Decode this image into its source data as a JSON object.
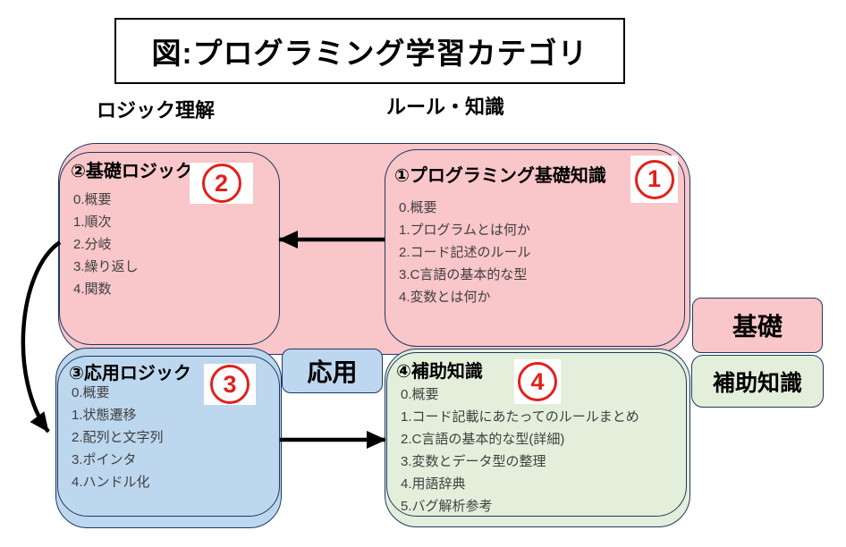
{
  "title": "図:プログラミング学習カテゴリ",
  "column_headers": {
    "left": "ロジック理解",
    "right": "ルール・知識"
  },
  "groups": {
    "basic_logic": {
      "badge": "2",
      "heading": "②基礎ロジック",
      "items": [
        "0.概要",
        "1.順次",
        "2.分岐",
        "3.繰り返し",
        "4.関数"
      ]
    },
    "basic_knowledge": {
      "badge": "1",
      "heading": "①プログラミング基礎知識",
      "items": [
        "0.概要",
        "1.プログラムとは何か",
        "2.コード記述のルール",
        "3.C言語の基本的な型",
        "4.変数とは何か"
      ]
    },
    "applied_logic": {
      "badge": "3",
      "heading": "③応用ロジック",
      "items": [
        "0.概要",
        "1.状態遷移",
        "2.配列と文字列",
        "3.ポインタ",
        "4.ハンドル化"
      ]
    },
    "auxiliary_knowledge": {
      "badge": "4",
      "heading": "④補助知識",
      "items": [
        "0.概要",
        "1.コード記載にあたってのルールまとめ",
        "2.C言語の基本的な型(詳細)",
        "3.変数とデータ型の整理",
        "4.用語辞典",
        "5.バグ解析参考"
      ]
    }
  },
  "side_labels": {
    "applied": "応用",
    "basic": "基礎",
    "auxiliary": "補助知識"
  },
  "colors": {
    "pink": "#f9c6c9",
    "blue": "#bdd7ee",
    "green": "#e3efdb",
    "shape_border": "#1f3864",
    "badge_red": "#e3201b",
    "item_text": "#3f3f3f"
  }
}
